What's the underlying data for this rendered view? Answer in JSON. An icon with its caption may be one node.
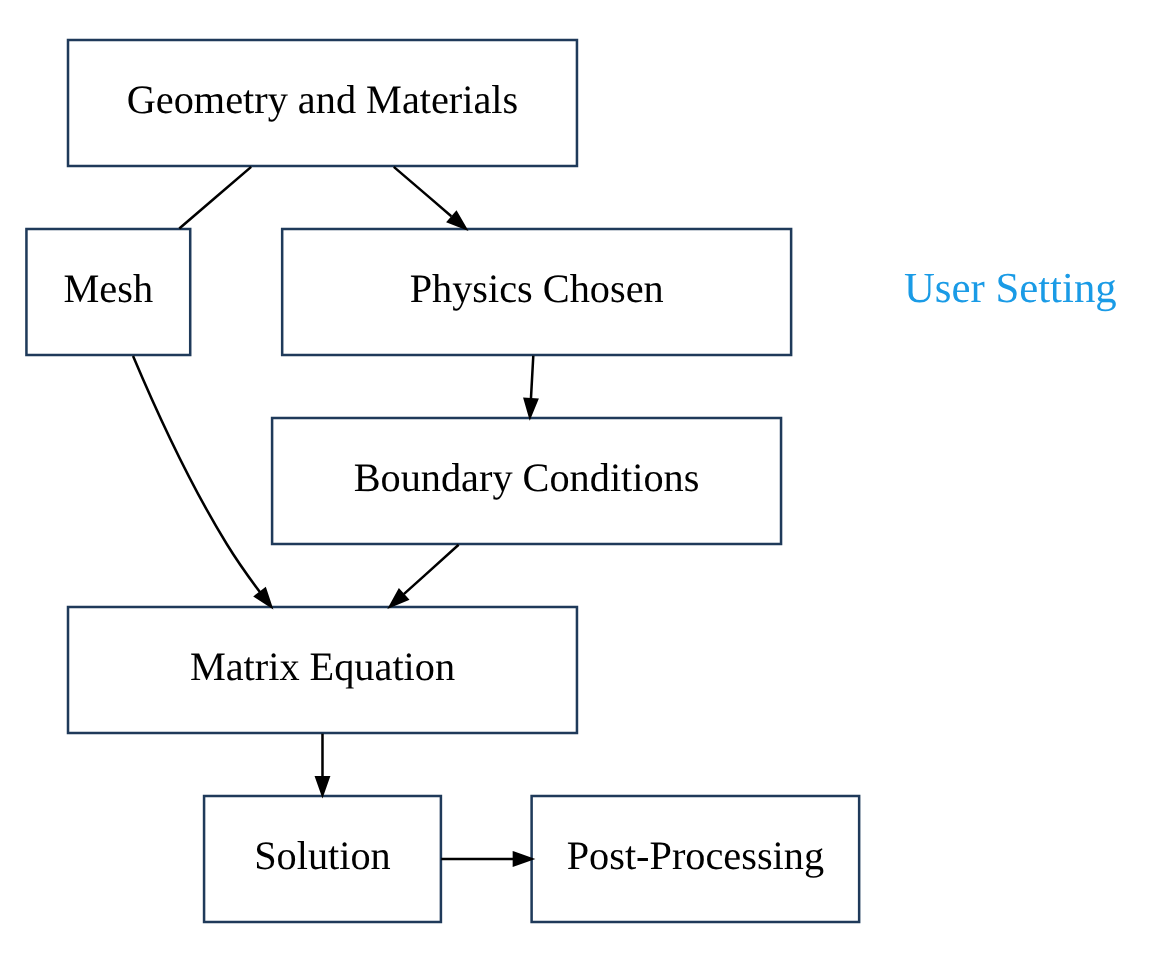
{
  "diagram": {
    "nodes": [
      {
        "text": [
          "Geometry and Materials"
        ]
      },
      {
        "text": [
          "Physics Chosen"
        ]
      },
      {
        "text": [
          "Boundary Conditions"
        ]
      },
      {
        "text": [
          "Mesh"
        ]
      },
      {
        "text": [
          "Matrix Equation"
        ]
      },
      {
        "text": [
          "Solution"
        ]
      },
      {
        "text": [
          "Post-Processing"
        ]
      }
    ],
    "edges": [
      {
        "from": 0,
        "to": 1,
        "arrow": "to"
      },
      {
        "from": 1,
        "to": 2,
        "arrow": "to"
      },
      {
        "from": 2,
        "to": 4,
        "arrow": "to"
      },
      {
        "from": 0,
        "to": 3,
        "arrow": "none"
      },
      {
        "from": 3,
        "to": 4,
        "arrow": "to"
      },
      {
        "from": 4,
        "to": 5,
        "arrow": "to"
      },
      {
        "from": 5,
        "to": 6,
        "arrow": "to"
      }
    ],
    "labels": [
      "User Setting"
    ]
  }
}
